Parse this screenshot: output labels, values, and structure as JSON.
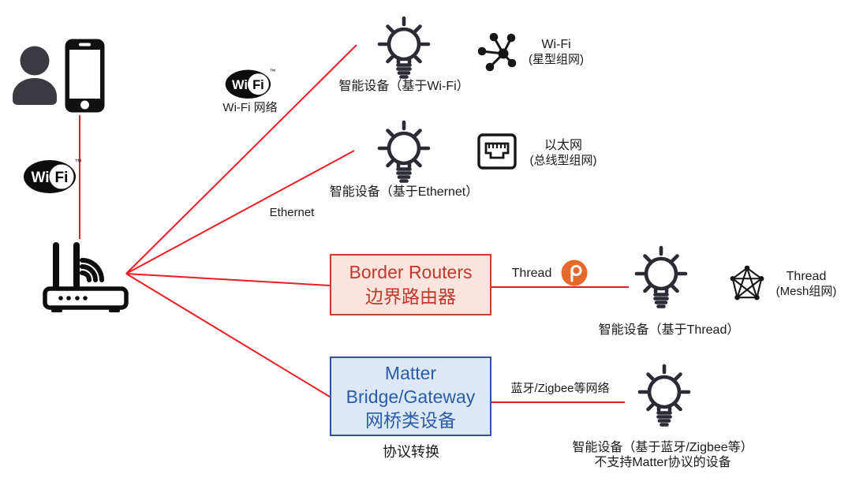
{
  "colors": {
    "background": "#ffffff",
    "connection_red": "#ed1c24",
    "icon_dark": "#2a2b33",
    "border_router_fill": "#fae4dd",
    "border_router_border": "#c5402e",
    "border_router_text": "#c0392b",
    "bridge_fill": "#dde8f6",
    "bridge_border": "#30549e",
    "bridge_text": "#2a5caa",
    "thread_logo_orange": "#e7682c"
  },
  "wifi_logo": {
    "wi": "Wi",
    "fi": "Fi",
    "tm": "™"
  },
  "branches": {
    "wifi": {
      "network_label": "Wi-Fi 网络",
      "device_label": "智能设备（基于Wi-Fi）",
      "topology_name": "Wi-Fi",
      "topology_type": "(星型组网)"
    },
    "ethernet": {
      "network_label": "Ethernet",
      "device_label": "智能设备（基于Ethernet）",
      "topology_name": "以太网",
      "topology_type": "(总线型组网)"
    },
    "thread": {
      "box_title": "Border Routers",
      "box_subtitle": "边界路由器",
      "network_label": "Thread",
      "device_label": "智能设备（基于Thread）",
      "topology_name": "Thread",
      "topology_type": "(Mesh组网)"
    },
    "bridge": {
      "box_line1": "Matter",
      "box_line2": "Bridge/Gateway",
      "box_line3": "网桥类设备",
      "caption": "协议转换",
      "network_label": "蓝牙/Zigbee等网络",
      "device_label_line1": "智能设备（基于蓝牙/Zigbee等）",
      "device_label_line2": "不支持Matter协议的设备"
    }
  }
}
